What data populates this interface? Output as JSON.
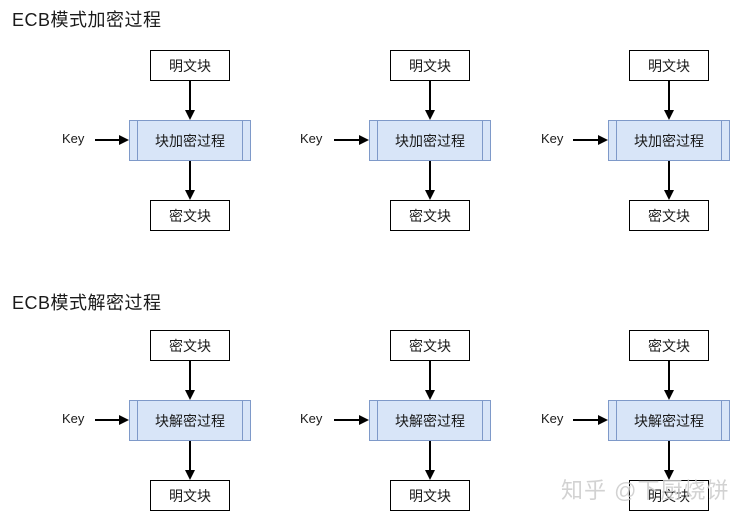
{
  "colors": {
    "process_fill": "#D8E5F8",
    "process_stroke": "#7E99C9",
    "box_stroke": "#000000",
    "arrow": "#000000",
    "text": "#1A1A1A",
    "watermark": "#CBCBCB"
  },
  "watermark": {
    "text": "知乎 @下厨烧饼"
  },
  "sections": [
    {
      "title": "ECB模式加密过程",
      "key_label": "Key",
      "columns": [
        {
          "top": "明文块",
          "process": "块加密过程",
          "bottom": "密文块"
        },
        {
          "top": "明文块",
          "process": "块加密过程",
          "bottom": "密文块"
        },
        {
          "top": "明文块",
          "process": "块加密过程",
          "bottom": "密文块"
        }
      ]
    },
    {
      "title": "ECB模式解密过程",
      "key_label": "Key",
      "columns": [
        {
          "top": "密文块",
          "process": "块解密过程",
          "bottom": "明文块"
        },
        {
          "top": "密文块",
          "process": "块解密过程",
          "bottom": "明文块"
        },
        {
          "top": "密文块",
          "process": "块解密过程",
          "bottom": "明文块"
        }
      ]
    }
  ]
}
